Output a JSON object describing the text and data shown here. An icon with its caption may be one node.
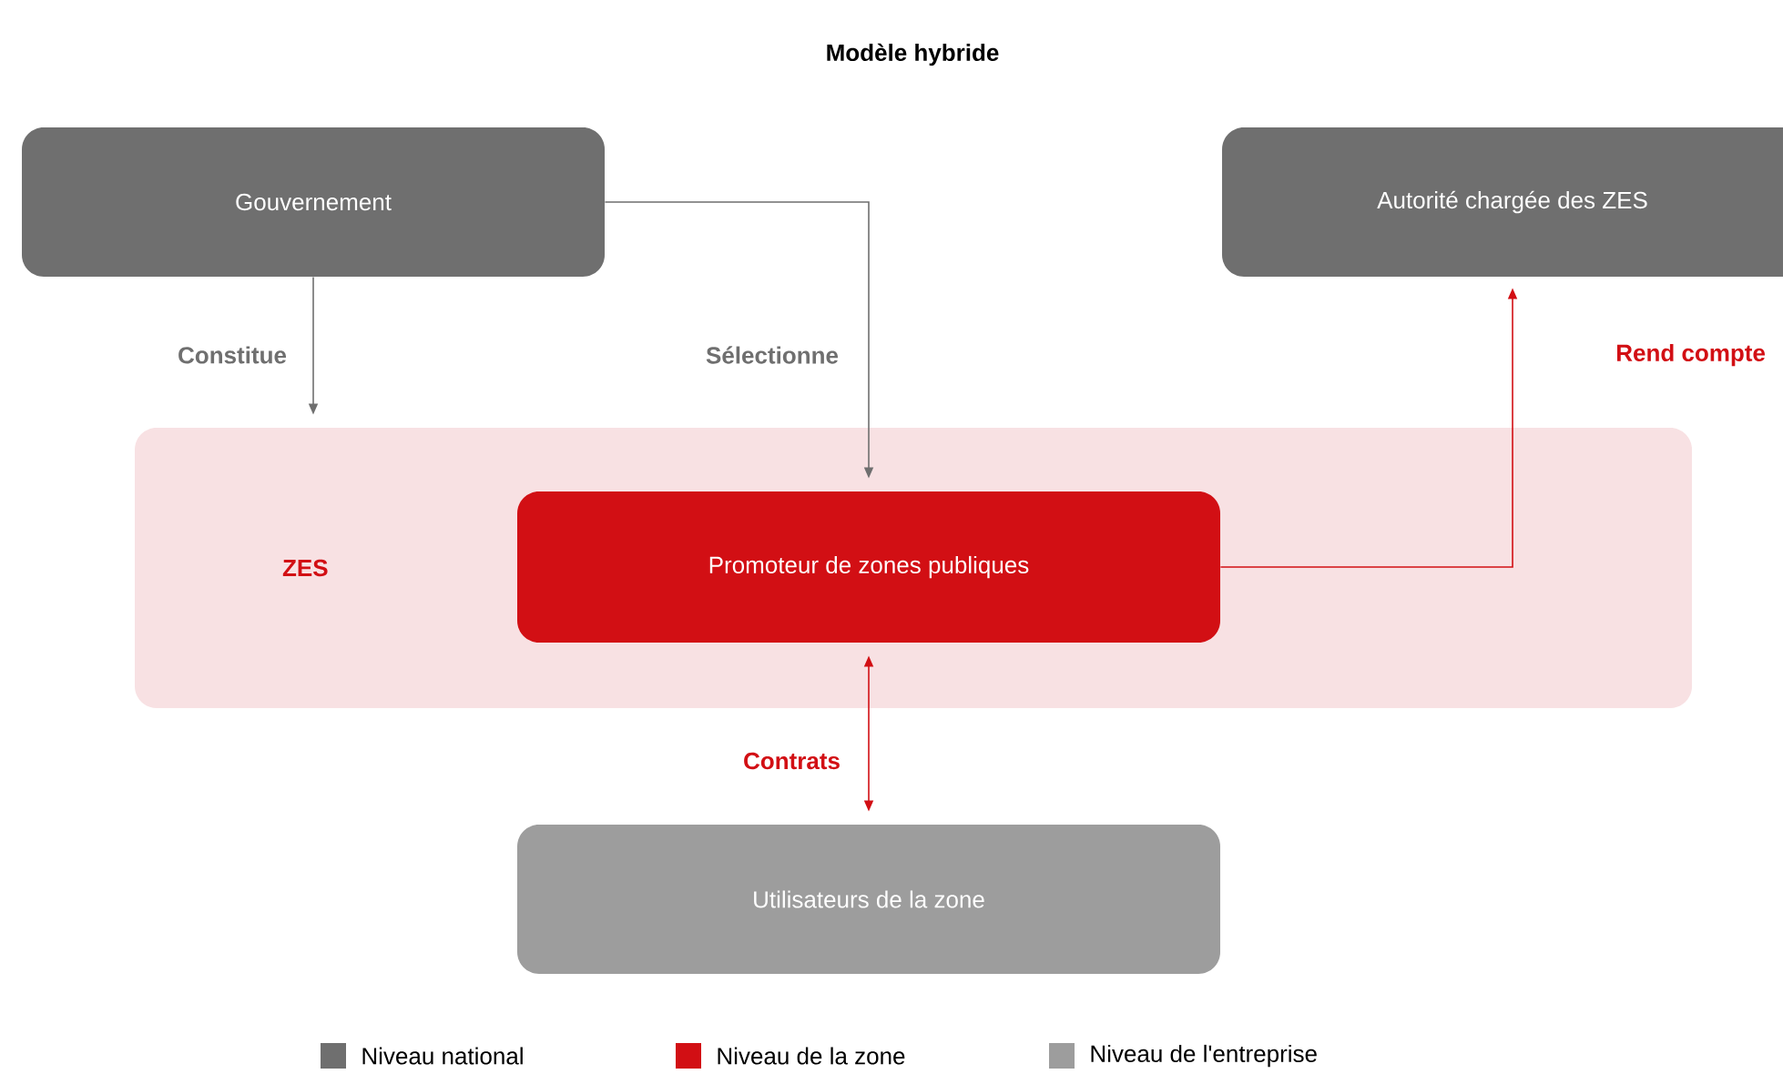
{
  "diagram": {
    "title": "Modèle hybride",
    "nodes": [
      {
        "text": [
          "Gouvernement"
        ]
      },
      {
        "text": [
          "Autorité chargée des ZES"
        ]
      },
      {
        "text": [
          "ZES"
        ]
      },
      {
        "text": [
          "Promoteur de zones publiques"
        ],
        "in": 2
      },
      {
        "text": [
          "Utilisateurs de la zone"
        ]
      }
    ],
    "edges": [
      {
        "from": 0,
        "to": 2,
        "arrow": "to",
        "label": "Constitue"
      },
      {
        "from": 0,
        "to": 3,
        "arrow": "to",
        "label": "Sélectionne"
      },
      {
        "from": 3,
        "to": 1,
        "arrow": "to",
        "label": "Rend compte",
        "color": "#d20f14"
      },
      {
        "from": 3,
        "to": 4,
        "arrow": "both",
        "label": "Contrats",
        "color": "#d20f14"
      }
    ],
    "legend": [
      {
        "text": "Niveau national",
        "color": "#6f6f6f"
      },
      {
        "text": "Niveau de la zone",
        "color": "#d20f14"
      },
      {
        "text": "Niveau de l'entreprise",
        "color": "#9d9d9d"
      }
    ]
  }
}
